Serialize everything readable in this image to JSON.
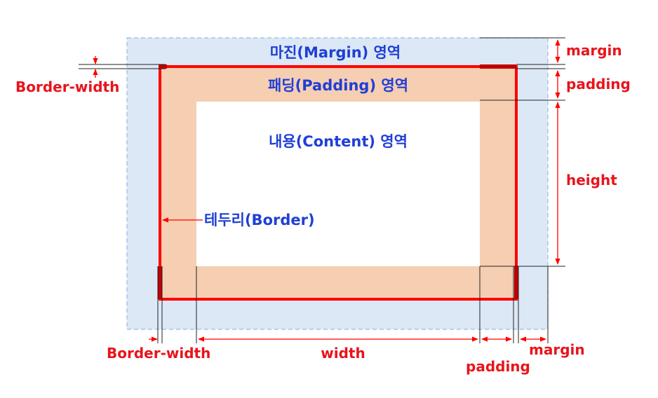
{
  "labels": {
    "margin_area": "마진(Margin) 영역",
    "padding_area": "패딩(Padding) 영역",
    "content_area": "내용(Content) 영역",
    "border": "테두리(Border)"
  },
  "dimensions": {
    "margin_right_top": "margin",
    "padding_right": "padding",
    "height": "height",
    "border_width_left": "Border-width",
    "border_width_bottom": "Border-width",
    "width": "width",
    "padding_bottom": "padding",
    "margin_bottom": "margin"
  },
  "colors": {
    "margin": "#dce8f5",
    "margin_edge": "#9bbbe0",
    "padding": "#f6ceb2",
    "border": "#ff0000",
    "label_blue": "#1f3fd6",
    "label_red": "#e8141c"
  }
}
